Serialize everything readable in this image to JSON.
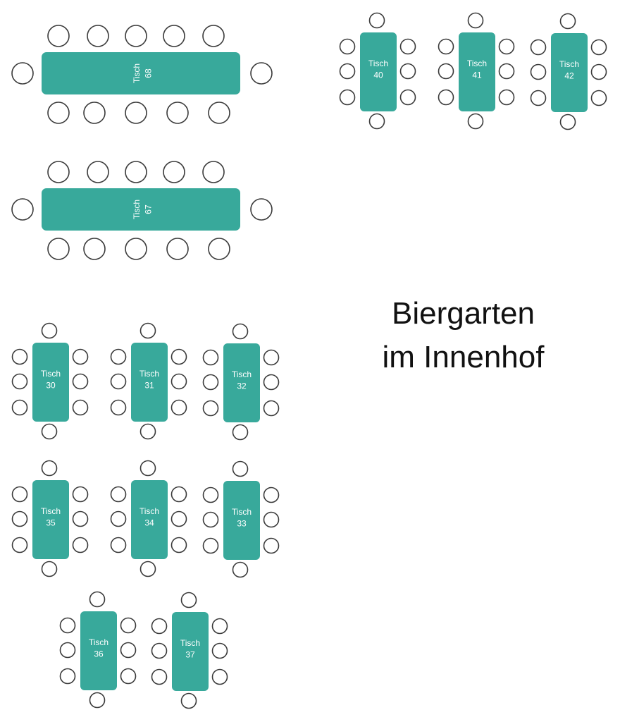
{
  "title": {
    "line1": "Biergarten",
    "line2": "im Innenhof"
  },
  "colors": {
    "table": "#38a99b",
    "chair_outline": "#3a3a3a",
    "label": "#ffffff",
    "background": "#ffffff"
  },
  "tables": [
    {
      "id": "68",
      "label": "Tisch",
      "number": "68",
      "shape": "long-horizontal",
      "seats": 12
    },
    {
      "id": "67",
      "label": "Tisch",
      "number": "67",
      "shape": "long-horizontal",
      "seats": 12
    },
    {
      "id": "40",
      "label": "Tisch",
      "number": "40",
      "shape": "vertical",
      "seats": 8
    },
    {
      "id": "41",
      "label": "Tisch",
      "number": "41",
      "shape": "vertical",
      "seats": 8
    },
    {
      "id": "42",
      "label": "Tisch",
      "number": "42",
      "shape": "vertical",
      "seats": 8
    },
    {
      "id": "30",
      "label": "Tisch",
      "number": "30",
      "shape": "vertical",
      "seats": 8
    },
    {
      "id": "31",
      "label": "Tisch",
      "number": "31",
      "shape": "vertical",
      "seats": 8
    },
    {
      "id": "32",
      "label": "Tisch",
      "number": "32",
      "shape": "vertical",
      "seats": 8
    },
    {
      "id": "35",
      "label": "Tisch",
      "number": "35",
      "shape": "vertical",
      "seats": 8
    },
    {
      "id": "34",
      "label": "Tisch",
      "number": "34",
      "shape": "vertical",
      "seats": 8
    },
    {
      "id": "33",
      "label": "Tisch",
      "number": "33",
      "shape": "vertical",
      "seats": 8
    },
    {
      "id": "36",
      "label": "Tisch",
      "number": "36",
      "shape": "vertical",
      "seats": 8
    },
    {
      "id": "37",
      "label": "Tisch",
      "number": "37",
      "shape": "vertical",
      "seats": 8
    }
  ]
}
